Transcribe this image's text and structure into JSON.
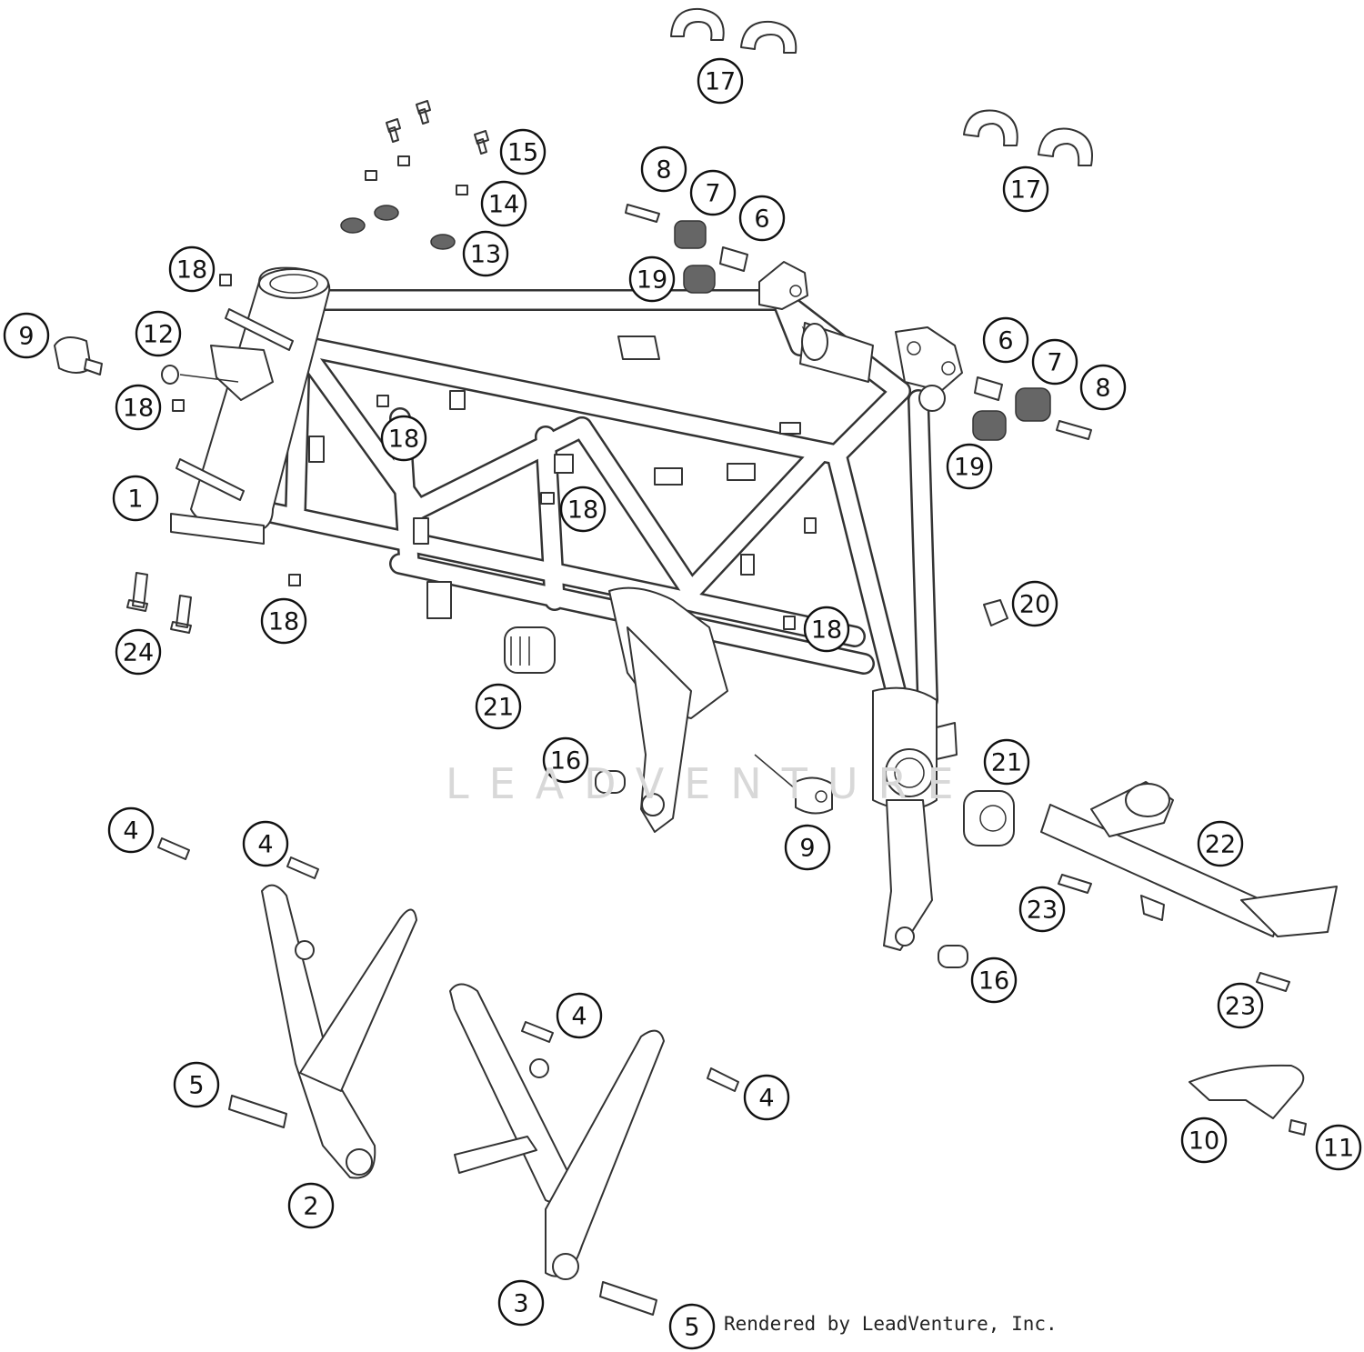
{
  "watermark": "LEADVENTURE",
  "credit": "Rendered by LeadVenture, Inc.",
  "callouts": [
    {
      "id": "c17a",
      "label": "17"
    },
    {
      "id": "c17b",
      "label": "17"
    },
    {
      "id": "c15",
      "label": "15"
    },
    {
      "id": "c14",
      "label": "14"
    },
    {
      "id": "c13",
      "label": "13"
    },
    {
      "id": "c8a",
      "label": "8"
    },
    {
      "id": "c7a",
      "label": "7"
    },
    {
      "id": "c6a",
      "label": "6"
    },
    {
      "id": "c19a",
      "label": "19"
    },
    {
      "id": "c18a",
      "label": "18"
    },
    {
      "id": "c9a",
      "label": "9"
    },
    {
      "id": "c12",
      "label": "12"
    },
    {
      "id": "c18b",
      "label": "18"
    },
    {
      "id": "c18c",
      "label": "18"
    },
    {
      "id": "c6b",
      "label": "6"
    },
    {
      "id": "c7b",
      "label": "7"
    },
    {
      "id": "c8b",
      "label": "8"
    },
    {
      "id": "c19b",
      "label": "19"
    },
    {
      "id": "c1",
      "label": "1"
    },
    {
      "id": "c18d",
      "label": "18"
    },
    {
      "id": "c18e",
      "label": "18"
    },
    {
      "id": "c24",
      "label": "24"
    },
    {
      "id": "c20",
      "label": "20"
    },
    {
      "id": "c18f",
      "label": "18"
    },
    {
      "id": "c21a",
      "label": "21"
    },
    {
      "id": "c16a",
      "label": "16"
    },
    {
      "id": "c21b",
      "label": "21"
    },
    {
      "id": "c4a",
      "label": "4"
    },
    {
      "id": "c4b",
      "label": "4"
    },
    {
      "id": "c9b",
      "label": "9"
    },
    {
      "id": "c22",
      "label": "22"
    },
    {
      "id": "c23a",
      "label": "23"
    },
    {
      "id": "c16b",
      "label": "16"
    },
    {
      "id": "c23b",
      "label": "23"
    },
    {
      "id": "c4c",
      "label": "4"
    },
    {
      "id": "c4d",
      "label": "4"
    },
    {
      "id": "c5a",
      "label": "5"
    },
    {
      "id": "c10",
      "label": "10"
    },
    {
      "id": "c11",
      "label": "11"
    },
    {
      "id": "c2",
      "label": "2"
    },
    {
      "id": "c3",
      "label": "3"
    },
    {
      "id": "c5b",
      "label": "5"
    }
  ]
}
